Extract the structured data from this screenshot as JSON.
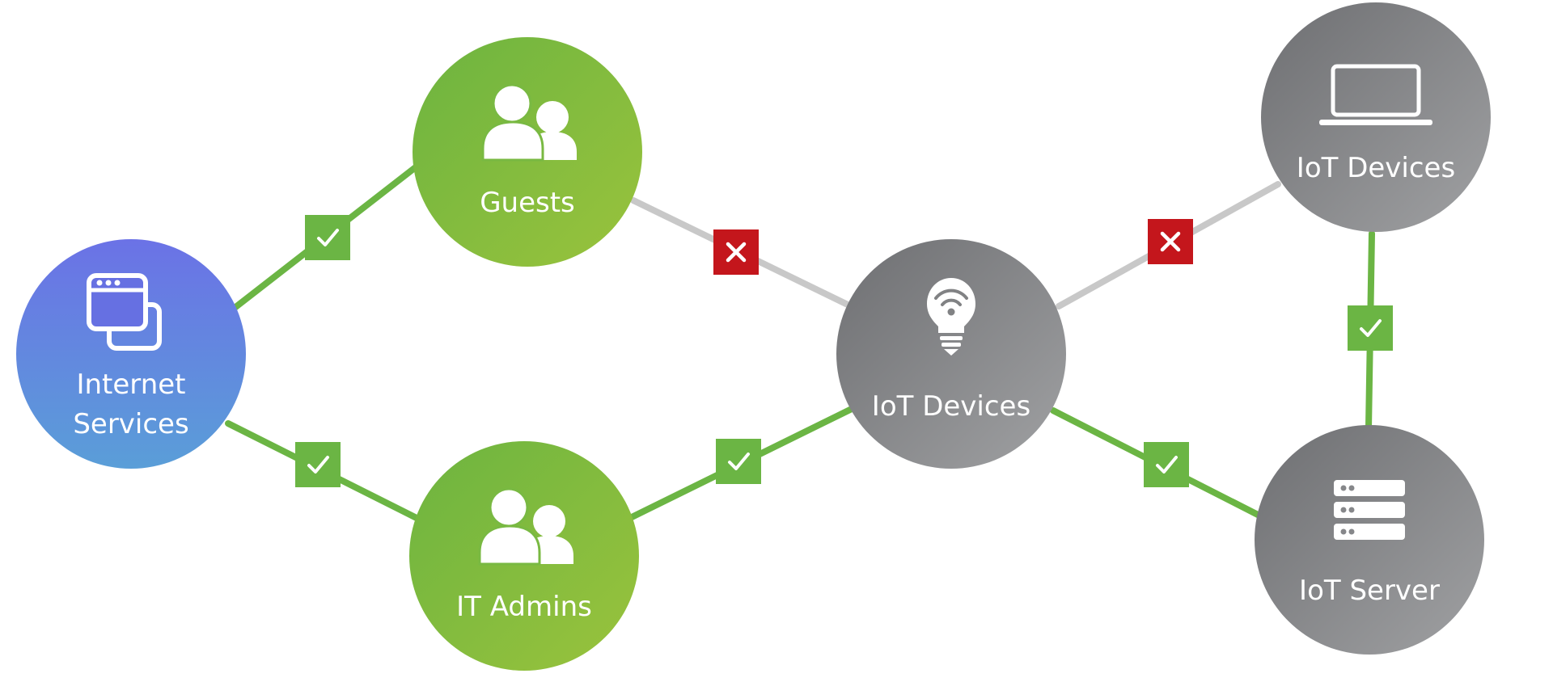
{
  "colors": {
    "allowed": "#6bb544",
    "blocked_line": "#c8c8c8",
    "blocked_badge": "#c4161c",
    "green_node_start": "#6cb440",
    "green_node_end": "#9ac33c",
    "gray_node_start": "#6e6f72",
    "gray_node_end": "#a0a1a3",
    "blue_node_start": "#6b72e6",
    "blue_node_end": "#5a9ed8"
  },
  "nodes": {
    "internet": {
      "label_line1": "Internet",
      "label_line2": "Services",
      "icon": "browser-windows-icon"
    },
    "guests": {
      "label": "Guests",
      "icon": "users-icon"
    },
    "admins": {
      "label": "IT Admins",
      "icon": "users-icon"
    },
    "iot_center": {
      "label": "IoT Devices",
      "icon": "smart-bulb-wifi-icon"
    },
    "iot_top": {
      "label": "IoT Devices",
      "icon": "laptop-icon"
    },
    "iot_server": {
      "label": "IoT Server",
      "icon": "server-icon"
    }
  },
  "edges": [
    {
      "id": "internet-guests",
      "status": "allowed"
    },
    {
      "id": "internet-admins",
      "status": "allowed"
    },
    {
      "id": "guests-iot",
      "status": "blocked"
    },
    {
      "id": "admins-iot",
      "status": "allowed"
    },
    {
      "id": "iot-iottop",
      "status": "blocked"
    },
    {
      "id": "iot-server",
      "status": "allowed"
    },
    {
      "id": "iottop-server",
      "status": "allowed"
    }
  ]
}
